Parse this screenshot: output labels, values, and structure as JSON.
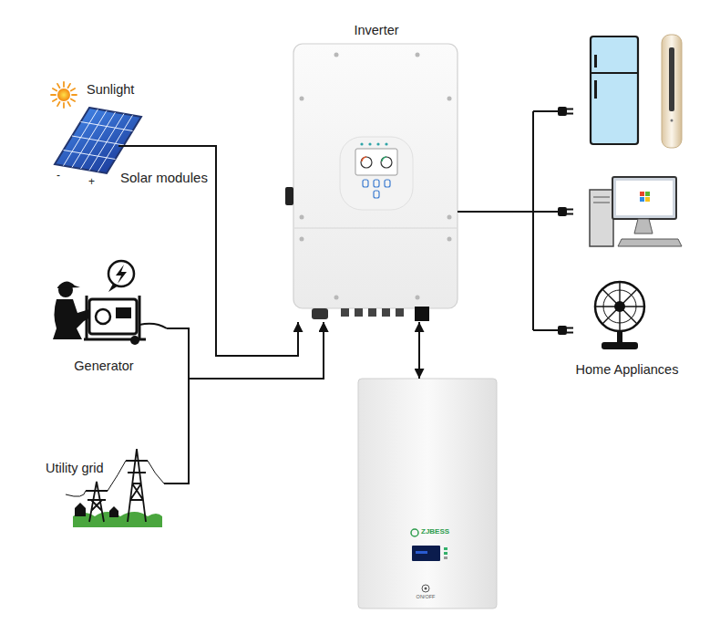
{
  "diagram": {
    "nodes": [
      {
        "text": [
          "Sunlight",
          "Solar modules"
        ]
      },
      {
        "text": [
          "Inverter"
        ]
      },
      {
        "text": [
          "Generator"
        ]
      },
      {
        "text": [
          "Utility grid"
        ]
      },
      {
        "text": [
          "ZJBESS",
          "ON/OFF"
        ]
      },
      {
        "text": [
          "Home Appliances"
        ]
      }
    ],
    "edges": [
      {
        "from": 0,
        "to": 1,
        "arrow": "to"
      },
      {
        "from": 2,
        "to": 1,
        "arrow": "to"
      },
      {
        "from": 3,
        "to": 1,
        "arrow": "to"
      },
      {
        "from": 1,
        "to": 4,
        "arrow": "both"
      },
      {
        "from": 1,
        "to": 5,
        "arrow": "none"
      }
    ],
    "labels": [
      "-",
      "+"
    ]
  }
}
